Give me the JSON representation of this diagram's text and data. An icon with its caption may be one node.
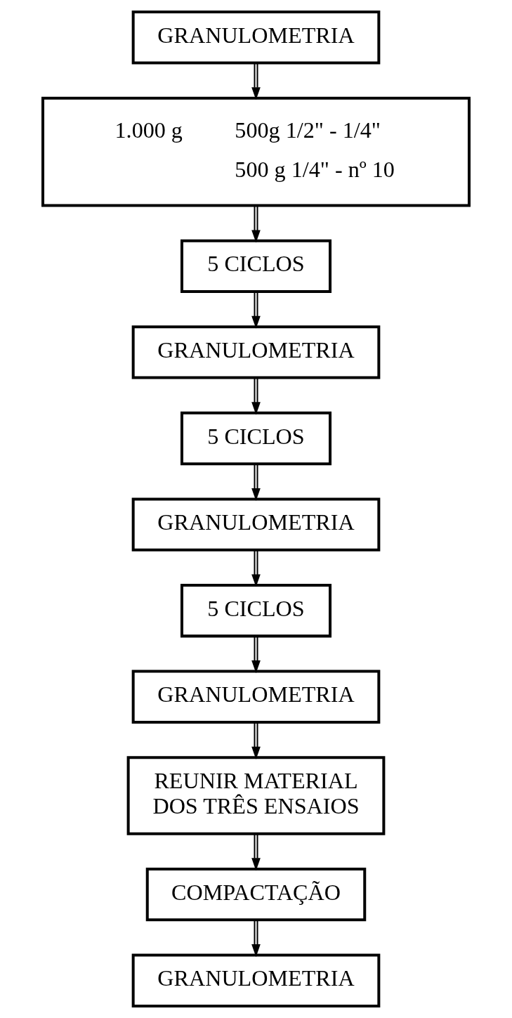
{
  "diagram": {
    "nodes": [
      {
        "text": [
          "GRANULOMETRIA"
        ]
      },
      {
        "text": [
          "1.000 g",
          "500g 1/2\" - 1/4\"",
          "500 g 1/4\" - nº 10"
        ]
      },
      {
        "text": [
          "5 CICLOS"
        ]
      },
      {
        "text": [
          "GRANULOMETRIA"
        ]
      },
      {
        "text": [
          "5 CICLOS"
        ]
      },
      {
        "text": [
          "GRANULOMETRIA"
        ]
      },
      {
        "text": [
          "5 CICLOS"
        ]
      },
      {
        "text": [
          "GRANULOMETRIA"
        ]
      },
      {
        "text": [
          "REUNIR MATERIAL DOS TRÊS ENSAIOS"
        ]
      },
      {
        "text": [
          "COMPACTAÇÃO"
        ]
      },
      {
        "text": [
          "GRANULOMETRIA"
        ]
      }
    ],
    "edges": [
      {
        "from": 0,
        "to": 1,
        "arrow": "to"
      },
      {
        "from": 1,
        "to": 2,
        "arrow": "to"
      },
      {
        "from": 2,
        "to": 3,
        "arrow": "to"
      },
      {
        "from": 3,
        "to": 4,
        "arrow": "to"
      },
      {
        "from": 4,
        "to": 5,
        "arrow": "to"
      },
      {
        "from": 5,
        "to": 6,
        "arrow": "to"
      },
      {
        "from": 6,
        "to": 7,
        "arrow": "to"
      },
      {
        "from": 7,
        "to": 8,
        "arrow": "to"
      },
      {
        "from": 8,
        "to": 9,
        "arrow": "to"
      },
      {
        "from": 9,
        "to": 10,
        "arrow": "to"
      }
    ]
  }
}
